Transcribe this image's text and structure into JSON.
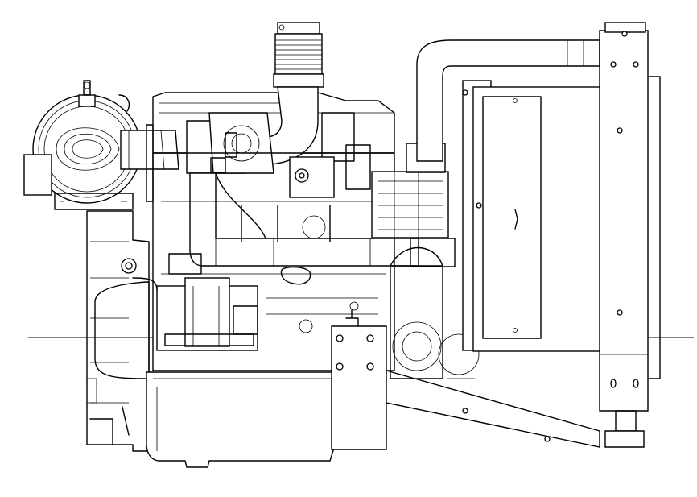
{
  "drawing": {
    "background_color": "#ffffff",
    "line_color": "#000000",
    "components": [
      "air-filter",
      "turbocharger",
      "exhaust-bellows",
      "exhaust-elbow",
      "cylinder-head",
      "engine-block",
      "intake-pipe",
      "starter-motor",
      "oil-sump",
      "flywheel-housing",
      "alternator",
      "fan-belt-drive",
      "engine-mount-bracket",
      "radiator",
      "radiator-support-frame",
      "coolant-pipe"
    ]
  }
}
